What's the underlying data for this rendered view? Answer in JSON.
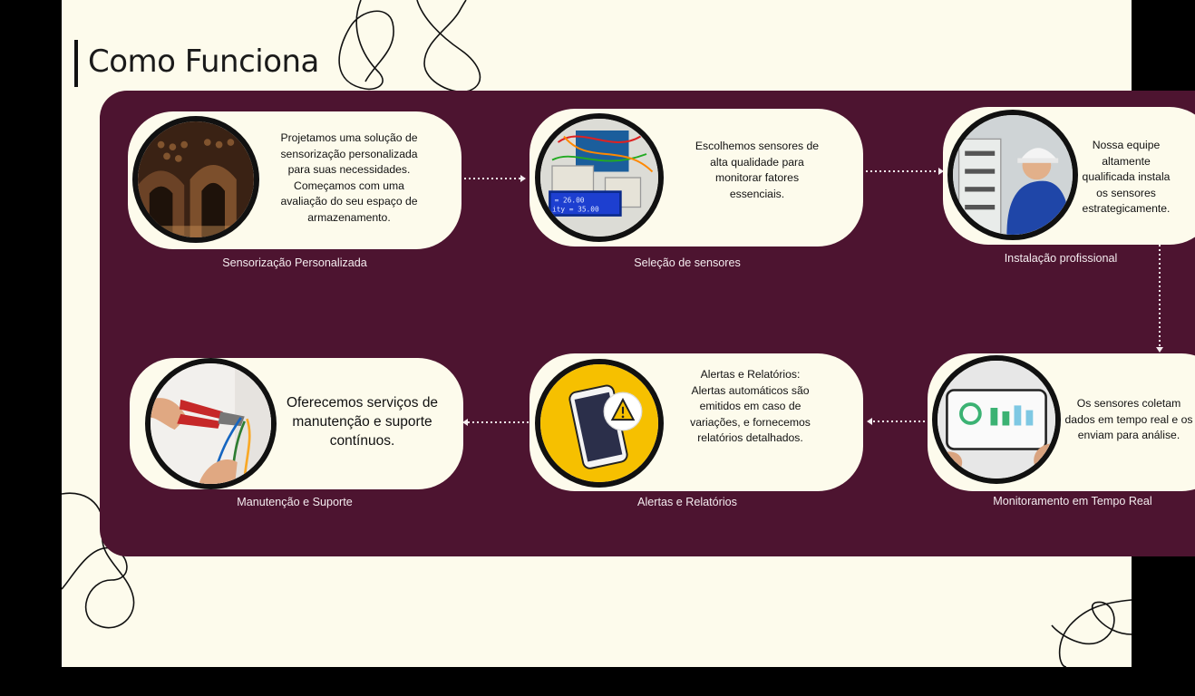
{
  "title": "Como Funciona",
  "steps": [
    {
      "caption": "Sensorização Personalizada",
      "text1": "Projetamos uma solução de sensorização personalizada para suas necessidades.",
      "text2": "Começamos com uma avaliação do seu espaço de armazenamento.",
      "icon": "wine-cellar-photo"
    },
    {
      "caption": "Seleção de sensores",
      "text1": "Escolhemos sensores de alta qualidade para monitorar fatores essenciais.",
      "icon": "sensor-board-photo"
    },
    {
      "caption": "Instalação profissional",
      "text1": "Nossa equipe altamente qualificada instala os sensores estrategicamente.",
      "icon": "technician-photo"
    },
    {
      "caption": "Monitoramento em Tempo Real",
      "text1": "Os sensores coletam dados em tempo real e os enviam para análise.",
      "icon": "phone-dashboard-photo"
    },
    {
      "caption": "Alertas e Relatórios",
      "text1": "Alertas e Relatórios: Alertas automáticos são emitidos em caso de variações, e fornecemos relatórios detalhados.",
      "icon": "phone-alert-illustration"
    },
    {
      "caption": "Manutenção e Suporte",
      "text1": "Oferecemos serviços de manutenção e suporte contínuos.",
      "icon": "pliers-photo"
    }
  ],
  "lcd": {
    "line1": "= 26.00",
    "line2": "ity = 35.00"
  },
  "colors": {
    "panel": "#4d1430",
    "slide": "#fdfbec",
    "alert_yellow": "#f6c000"
  }
}
